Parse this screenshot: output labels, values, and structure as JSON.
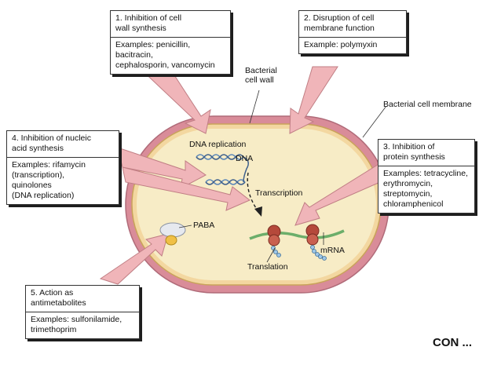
{
  "boxes": {
    "cell_wall": {
      "heading": "1. Inhibition of cell\n    wall synthesis",
      "body": "Examples: penicillin, bacitracin,\n  cephalosporin, vancomycin"
    },
    "membrane": {
      "heading": "2. Disruption of cell\n    membrane function",
      "body": "Example: polymyxin"
    },
    "nucleic_acid": {
      "heading": "4. Inhibition of nucleic\n    acid synthesis",
      "body": "Examples: rifamycin\n  (transcription),\n  quinolones\n  (DNA replication)"
    },
    "protein": {
      "heading": "3. Inhibition of\n    protein synthesis",
      "body": "Examples: tetracycline,\n  erythromycin,\n  streptomycin,\n  chloramphenicol"
    },
    "antimetabolites": {
      "heading": "5. Action as\n    antimetabolites",
      "body": "Examples: sulfonilamide,\n  trimethoprim"
    }
  },
  "labels": {
    "bacterial_cell_wall": "Bacterial\ncell wall",
    "bacterial_cell_membrane": "Bacterial cell membrane",
    "dna_replication": "DNA replication",
    "dna": "DNA",
    "transcription": "Transcription",
    "paba": "PABA",
    "mrna": "mRNA",
    "translation": "Translation"
  },
  "footer": "CON ...",
  "colors": {
    "cell_wall": "#d98c99",
    "cytoplasm": "#f7ecc6",
    "arrow": "#f0b5b9",
    "ribosome": "#b5493b",
    "mrna": "#6cae6a",
    "dna": "#5a86b8"
  }
}
